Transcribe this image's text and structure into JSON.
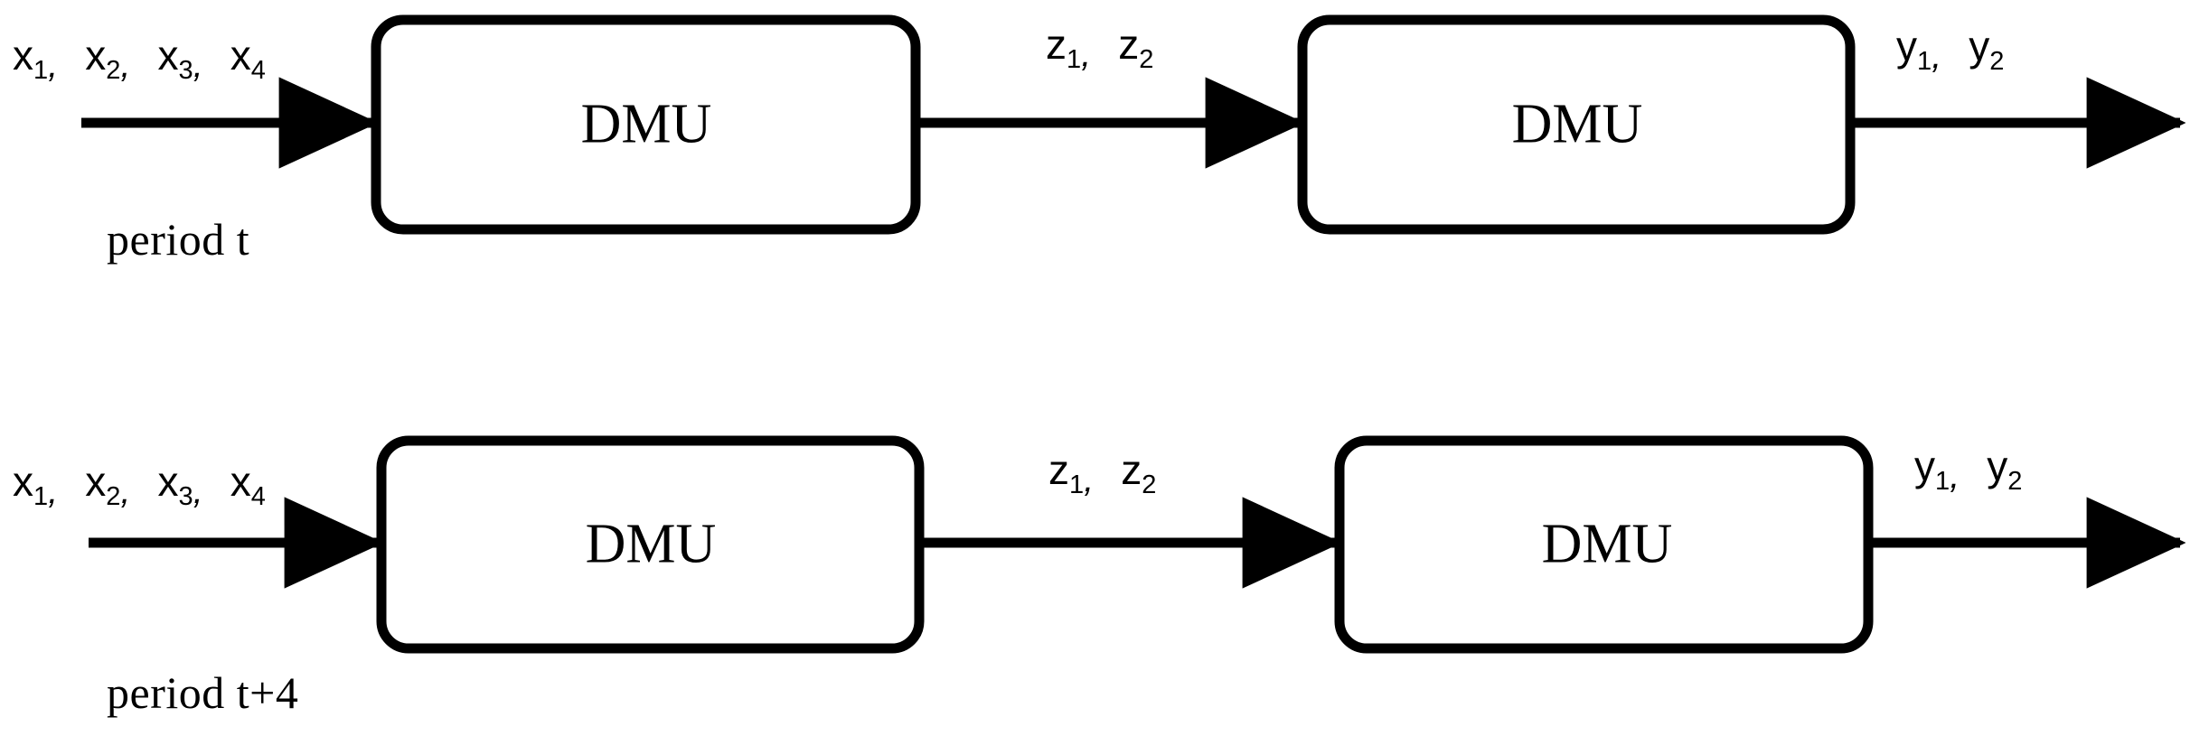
{
  "diagram": {
    "type": "two-stage-network-dea-process",
    "background_color": "#ffffff",
    "stroke_color": "#000000",
    "rows": [
      {
        "id": "row-period-t",
        "period_label": "period t",
        "input_label": {
          "v1": "x",
          "s1": "1",
          "v2": "x",
          "s2": "2",
          "v3": "x",
          "s3": "3",
          "v4": "x",
          "s4": "4"
        },
        "intermediate_label": {
          "v1": "z",
          "s1": "1",
          "v2": "z",
          "s2": "2"
        },
        "output_label": {
          "v1": "y",
          "s1": "1",
          "v2": "y",
          "s2": "2"
        },
        "stage1_label": "DMU",
        "stage2_label": "DMU"
      },
      {
        "id": "row-period-t-plus-4",
        "period_label": "period t+4",
        "input_label": {
          "v1": "x",
          "s1": "1",
          "v2": "x",
          "s2": "2",
          "v3": "x",
          "s3": "3",
          "v4": "x",
          "s4": "4"
        },
        "intermediate_label": {
          "v1": "z",
          "s1": "1",
          "v2": "z",
          "s2": "2"
        },
        "output_label": {
          "v1": "y",
          "s1": "1",
          "v2": "y",
          "s2": "2"
        },
        "stage1_label": "DMU",
        "stage2_label": "DMU"
      }
    ],
    "separators": {
      "comma": ","
    }
  }
}
